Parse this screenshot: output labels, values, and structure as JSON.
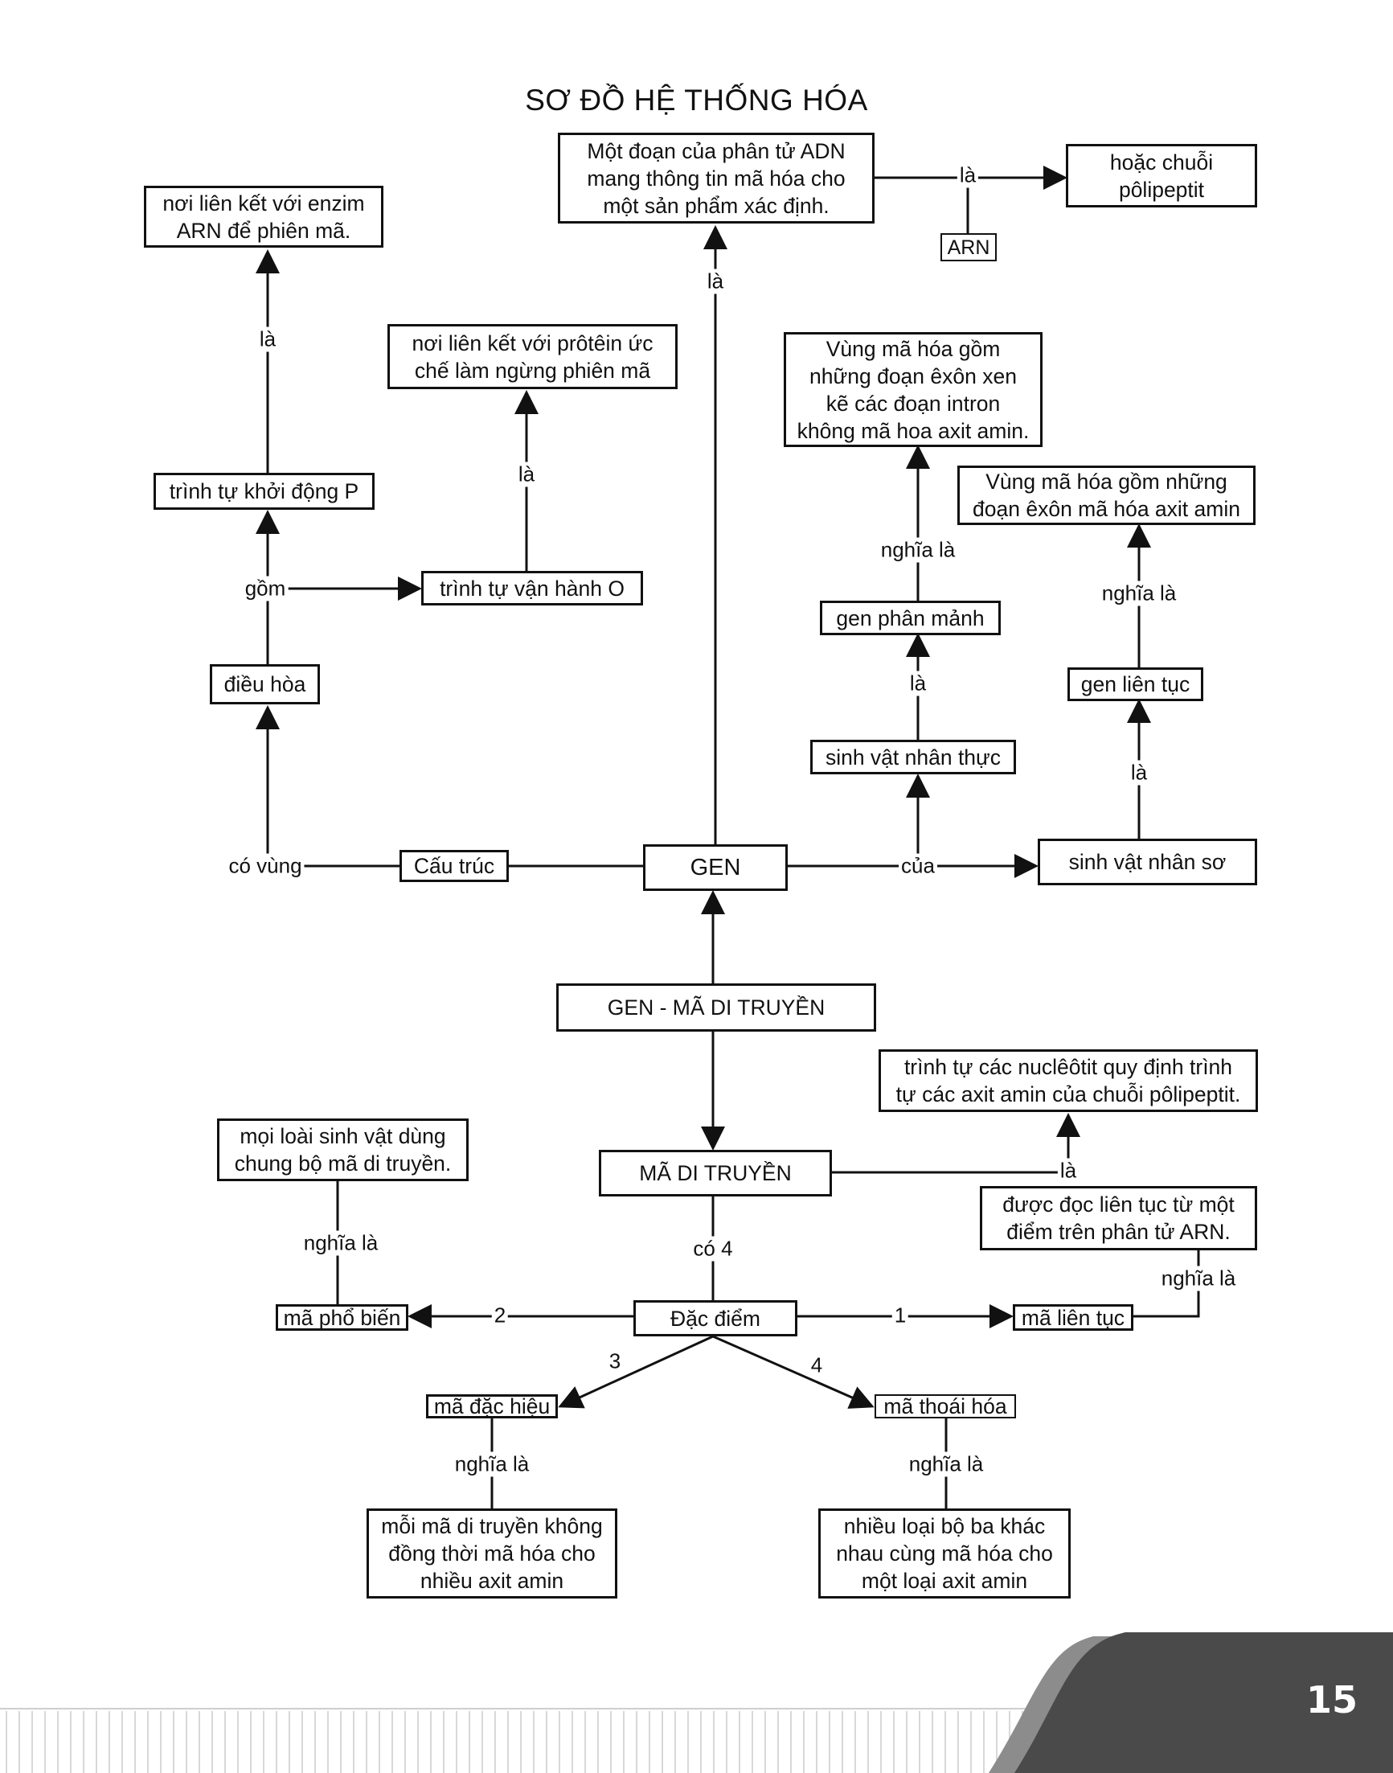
{
  "title": "SƠ ĐỒ HỆ THỐNG HÓA",
  "page_number": "15",
  "colors": {
    "ink": "#111111",
    "footer_dark": "#4a4a4a",
    "footer_mid": "#8c8c8c"
  },
  "nodes": {
    "gen_def": "Một đoạn của phân tử ADN\nmang thông tin mã hóa cho\nmột sản phẩm xác định.",
    "polipeptit": "hoặc chuỗi\npôlipeptit",
    "arn": "ARN",
    "enzim": "nơi liên kết với enzim\nARN để phiên mã.",
    "protein": "nơi liên kết với prôtêin ức\nchế làm ngừng phiên mã",
    "vung_phan_manh": "Vùng mã hóa gồm\nnhững đoạn êxôn xen\nkẽ các đoạn intron\nkhông mã hoa axit amin.",
    "vung_lien_tuc": "Vùng mã hóa gồm những\nđoạn êxôn mã hóa axit amin",
    "khoi_dong": "trình tự khởi động P",
    "van_hanh": "trình tự vận hành O",
    "gen_phan_manh": "gen phân mảnh",
    "gen_lien_tuc": "gen liên tục",
    "dieu_hoa": "điều hòa",
    "nhan_thuc": "sinh vật nhân thực",
    "cau_truc": "Cấu trúc",
    "gen": "GEN",
    "nhan_so": "sinh vật nhân sơ",
    "gen_ma": "GEN - MÃ DI TRUYỀN",
    "trinh_tu": "trình tự các nuclêôtit quy định trình\ntự các axit amin của chuỗi pôlipeptit.",
    "moi_loai": "mọi loài sinh vật dùng\nchung bộ mã di truyền.",
    "ma_di_truyen": "MÃ DI TRUYỀN",
    "doc_lien_tuc": "được đọc liên tục từ một\nđiểm trên phân tử ARN.",
    "pho_bien": "mã phổ biến",
    "dac_diem": "Đặc điểm",
    "ma_lien_tuc": "mã liên tục",
    "dac_hieu": "mã đặc hiệu",
    "thoai_hoa": "mã thoái hóa",
    "moi_ma": "mỗi mã di truyền không\nđồng thời mã hóa cho\nnhiều axit amin",
    "nhieu_loai": "nhiều loại bộ ba khác\nnhau cùng mã hóa cho\nmột loại axit amin"
  },
  "labels": {
    "la_top": "là",
    "la_gen": "là",
    "la_enzim": "là",
    "la_protein": "là",
    "gom": "gồm",
    "nghia_la_pm": "nghĩa là",
    "la_pm": "là",
    "nghia_la_lt": "nghĩa là",
    "la_lt": "là",
    "co_vung": "có vùng",
    "cua": "của",
    "la_mdt": "là",
    "nghia_la_pb": "nghĩa là",
    "co_4": "có 4",
    "nghia_la_doc": "nghĩa là",
    "n1": "1",
    "n2": "2",
    "n3": "3",
    "n4": "4",
    "nghia_la_dh": "nghĩa là",
    "nghia_la_th": "nghĩa là"
  }
}
